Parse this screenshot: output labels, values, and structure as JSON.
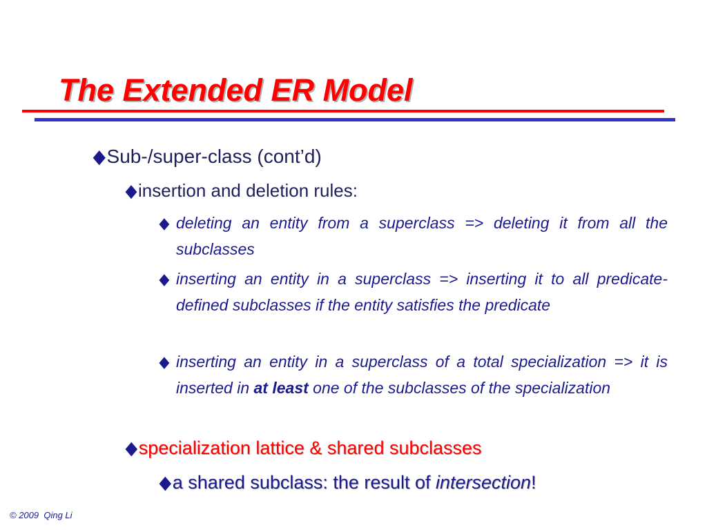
{
  "slide": {
    "title": "The Extended ER Model",
    "bullet_glyph": "◆",
    "level1": {
      "text": "Sub-/super-class (cont’d)"
    },
    "level2_rules": {
      "text": "insertion and deletion rules:"
    },
    "level3_items": [
      {
        "text": "deleting an entity from a superclass => deleting it from all the subclasses"
      },
      {
        "text": "inserting an entity in a superclass => inserting it to all predicate-defined subclasses if the entity satisfies the predicate"
      },
      {
        "before": "inserting an entity in a superclass of a total specialization => it is inserted in ",
        "emphasis": "at least",
        "after": " one of the subclasses of the specialization"
      }
    ],
    "level2_lattice": {
      "text": "specialization lattice & shared subclasses"
    },
    "level3_shared": {
      "before": "a shared subclass: the result of ",
      "emphasis": "intersection",
      "after": "!"
    },
    "footer": "© 2009  Qing Li"
  },
  "colors": {
    "title": "#ff0000",
    "body_dark": "#1e1e5a",
    "body_blue": "#1a1a8c",
    "highlight_red": "#ff0000",
    "rule_red": "#ff0000",
    "rule_blue": "#3333cc",
    "background": "#ffffff"
  }
}
